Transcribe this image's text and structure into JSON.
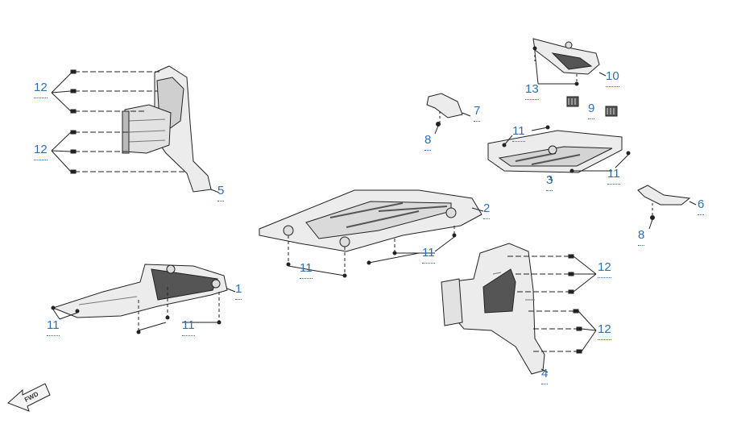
{
  "diagram": {
    "callouts": {
      "c1": "1",
      "c2": "2",
      "c3": "3",
      "c4": "4",
      "c5": "5",
      "c6": "6",
      "c7": "7",
      "c8a": "8",
      "c8b": "8",
      "c9": "9",
      "c10": "10",
      "c11a": "11",
      "c11b": "11",
      "c11c": "11",
      "c11d": "11",
      "c11e": "11",
      "c11f": "11",
      "c12a": "12",
      "c12b": "12",
      "c12c": "12",
      "c12d": "12",
      "c13": "13"
    },
    "direction_marker": "FWD",
    "colors": {
      "callout": "#2d6fb3",
      "line": "#222222",
      "part_fill": "#ececec",
      "part_dark": "#555555"
    }
  }
}
